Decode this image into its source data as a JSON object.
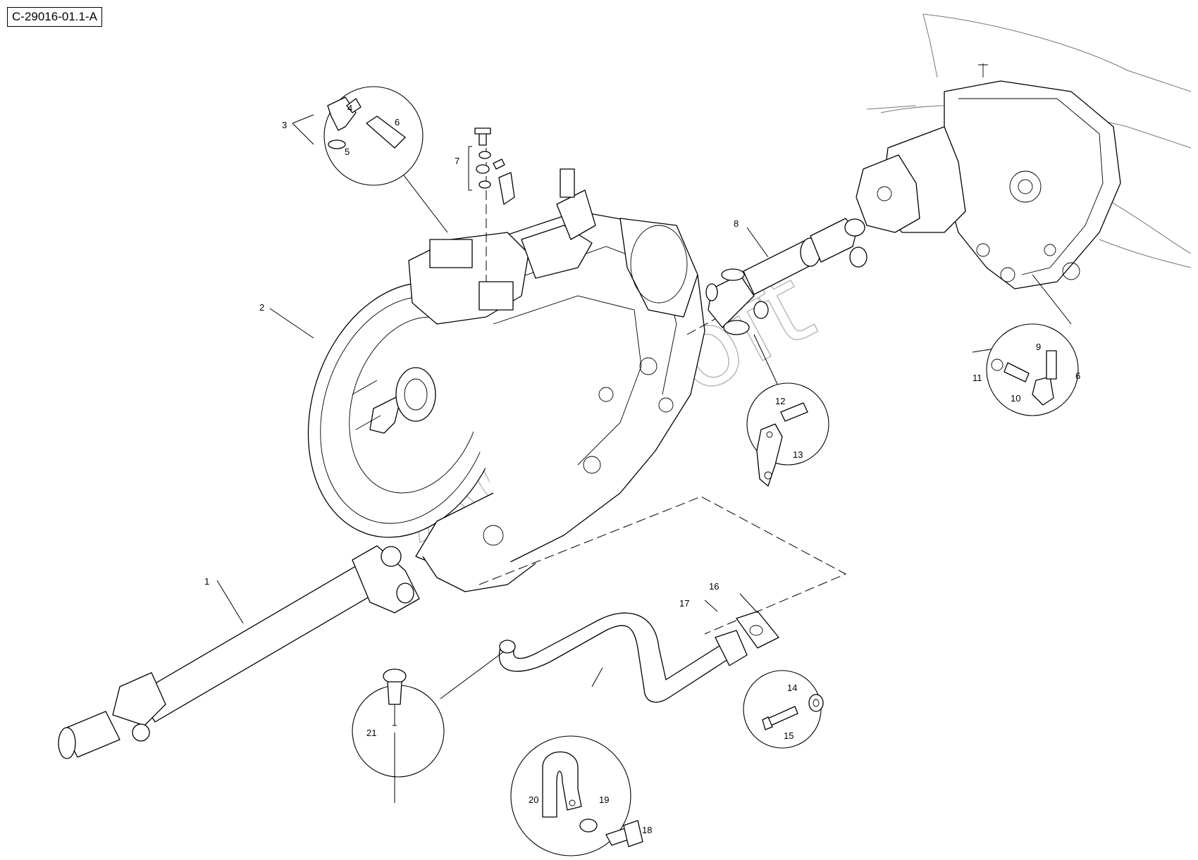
{
  "reference": "C-29016-01.1-A",
  "watermark": "AutoSoft",
  "callouts": [
    "1",
    "2",
    "3",
    "4",
    "5",
    "6",
    "7",
    "8",
    "9",
    "10",
    "11",
    "12",
    "13",
    "14",
    "15",
    "16",
    "17",
    "18",
    "19",
    "20",
    "21",
    "6"
  ]
}
